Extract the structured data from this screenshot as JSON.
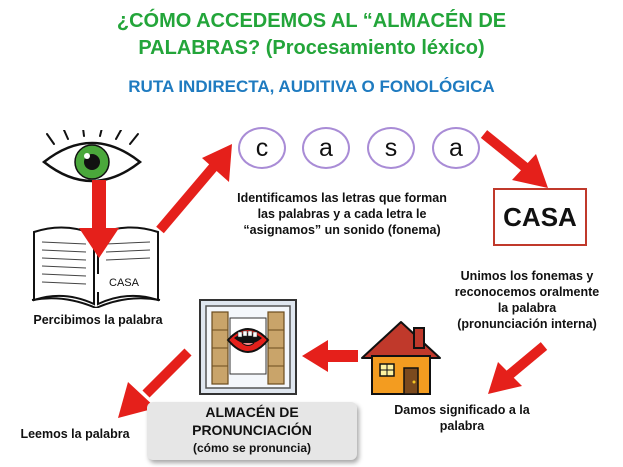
{
  "title": {
    "line1": "¿CÓMO ACCEDEMOS AL “ALMACÉN DE",
    "line2": "PALABRAS? (Procesamiento léxico)"
  },
  "subtitle": "RUTA INDIRECTA, AUDITIVA O FONOLÓGICA",
  "letters": [
    "c",
    "a",
    "s",
    "a"
  ],
  "book_word": "CASA",
  "perceive_label": "Percibimos la palabra",
  "identify_text": {
    "line1": "Identificamos las letras que forman",
    "line2": "las palabras y a cada letra le",
    "line3": "“asignamos” un sonido (fonema)"
  },
  "casa_word": "CASA",
  "unite_text": {
    "line1": "Unimos los fonemas y",
    "line2": "reconocemos oralmente",
    "line3": "la palabra",
    "line4": "(pronunciación interna)"
  },
  "meaning_text": {
    "line1": "Damos significado a la",
    "line2": "palabra"
  },
  "almacen": {
    "line1": "ALMACÉN  DE",
    "line2": "PRONUNCIACIÓN",
    "line3": "(cómo se pronuncia)"
  },
  "read_label": "Leemos la palabra",
  "colors": {
    "title": "#23a53a",
    "subtitle": "#1f7bc0",
    "arrow": "#e5201b",
    "letter_border": "#a98cd6",
    "casa_border": "#c0392b"
  },
  "icons": [
    "eye-icon",
    "open-book-icon",
    "shelf-mouth-icon",
    "house-icon"
  ]
}
